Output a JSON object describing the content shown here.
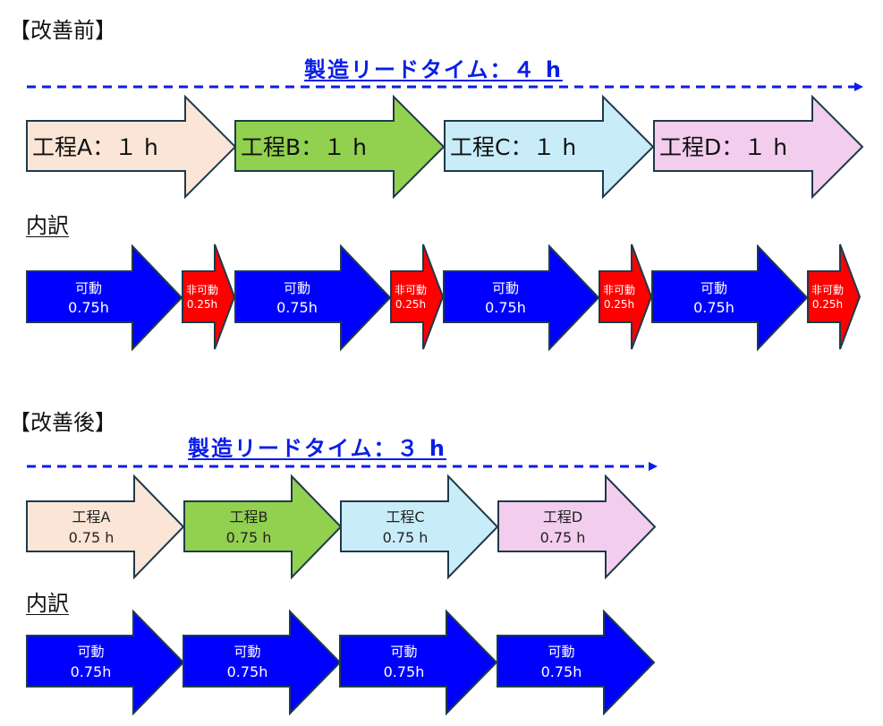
{
  "before": {
    "section_title": "【改善前】",
    "lead_time_label": "製造リードタイム：４ h",
    "processes": [
      {
        "label": "工程A：１ h",
        "color": "#fbe5d6"
      },
      {
        "label": "工程B：１ h",
        "color": "#92d050"
      },
      {
        "label": "工程C：１ h",
        "color": "#c9ecf9"
      },
      {
        "label": "工程D：１ h",
        "color": "#f2cdee"
      }
    ],
    "breakdown_label": "内訳",
    "breakdown": [
      {
        "type": "running",
        "label": "可動",
        "value": "0.75h",
        "color": "#0000ff"
      },
      {
        "type": "idle",
        "label": "非可動",
        "value": "0.25h",
        "color": "#ff0000"
      },
      {
        "type": "running",
        "label": "可動",
        "value": "0.75h",
        "color": "#0000ff"
      },
      {
        "type": "idle",
        "label": "非可動",
        "value": "0.25h",
        "color": "#ff0000"
      },
      {
        "type": "running",
        "label": "可動",
        "value": "0.75h",
        "color": "#0000ff"
      },
      {
        "type": "idle",
        "label": "非可動",
        "value": "0.25h",
        "color": "#ff0000"
      },
      {
        "type": "running",
        "label": "可動",
        "value": "0.75h",
        "color": "#0000ff"
      },
      {
        "type": "idle",
        "label": "非可動",
        "value": "0.25h",
        "color": "#ff0000"
      }
    ]
  },
  "after": {
    "section_title": "【改善後】",
    "lead_time_label": "製造リードタイム：３ h",
    "processes": [
      {
        "name": "工程A",
        "value": "0.75 h",
        "color": "#fbe5d6"
      },
      {
        "name": "工程B",
        "value": "0.75 h",
        "color": "#92d050"
      },
      {
        "name": "工程C",
        "value": "0.75 h",
        "color": "#c9ecf9"
      },
      {
        "name": "工程D",
        "value": "0.75 h",
        "color": "#f2cdee"
      }
    ],
    "breakdown_label": "内訳",
    "breakdown": [
      {
        "type": "running",
        "label": "可動",
        "value": "0.75h",
        "color": "#0000ff"
      },
      {
        "type": "running",
        "label": "可動",
        "value": "0.75h",
        "color": "#0000ff"
      },
      {
        "type": "running",
        "label": "可動",
        "value": "0.75h",
        "color": "#0000ff"
      },
      {
        "type": "running",
        "label": "可動",
        "value": "0.75h",
        "color": "#0000ff"
      }
    ]
  },
  "colors": {
    "lead_time_line": "#0a1ee6",
    "arrow_outline": "#1f3a4a"
  }
}
